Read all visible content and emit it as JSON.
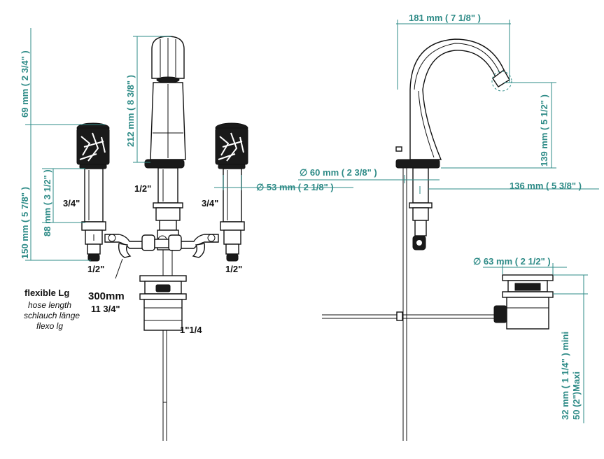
{
  "front_view": {
    "dim_spout_height": "212 mm ( 8 3/8\" )",
    "dim_handle_height": "69 mm ( 2 3/4\" )",
    "dim_total_height": "150 mm ( 5 7/8\" )",
    "dim_88": "88 mm ( 3 1/2\" )",
    "dim_53": "∅ 53 mm ( 2 1/8\" )",
    "label_half_center": "1/2\"",
    "label_3_4_left": "3/4\"",
    "label_3_4_right": "3/4\"",
    "label_half_left": "1/2\"",
    "label_half_right": "1/2\"",
    "hose_length_mm": "300mm",
    "hose_length_in": "11 3/4\"",
    "waste_size": "1\"1/4",
    "flexible_title": "flexible Lg",
    "flexible_en": "hose length",
    "flexible_de": "schlauch länge",
    "flexible_fr": "flexo lg"
  },
  "side_view": {
    "dim_reach": "181 mm ( 7 1/8\" )",
    "dim_spout_rise": "139 mm ( 5 1/2\" )",
    "dim_base": "∅ 60 mm ( 2 3/8\" )",
    "dim_136": "136 mm ( 5 3/8\" )",
    "dim_63": "∅ 63 mm ( 2 1/2\" )",
    "dim_32_mini": "32 mm ( 1 1/4\" )   mini",
    "dim_50_maxi": "50 (2\")Maxi"
  },
  "colors": {
    "dimension": "#2e8b87",
    "outline": "#111111"
  }
}
